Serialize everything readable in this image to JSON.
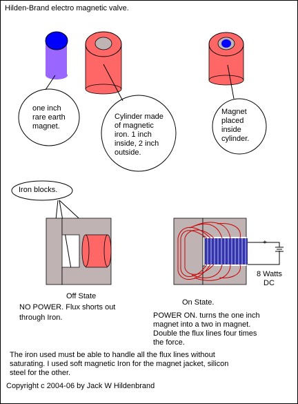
{
  "title": "Hilden-Brand electro magnetic valve.",
  "labels": {
    "magnet": [
      "one inch",
      "rare earth",
      "magnet."
    ],
    "cylinder": [
      "Cylinder made",
      "of magnetic",
      "iron.  1 inch",
      "inside, 2 inch",
      "outside."
    ],
    "placed": [
      "Magnet",
      "placed",
      "inside",
      "cylinder."
    ],
    "iron_blocks": "Iron blocks."
  },
  "off_state": {
    "title": "Off State",
    "caption": [
      "NO POWER. Flux shorts out",
      "through Iron."
    ]
  },
  "on_state": {
    "title": "On State.",
    "caption": [
      "POWER ON.  turns the one inch",
      "magnet into a two in magnet.",
      "Double the flux lines four times",
      "the force."
    ],
    "watts": [
      "8 Watts",
      "DC"
    ]
  },
  "note": [
    "The iron used must be able to handle all the flux lines without",
    "saturating.   I used soft magnetic Iron for the magnet jacket, silicon",
    "steel for the other."
  ],
  "copyright": "Copyright  c  2004-06 by Jack W Hildenbrand",
  "colors": {
    "magnet_purple": "#9966ff",
    "magnet_blue": "#0000ff",
    "iron_red": "#ff6666",
    "iron_gray": "#bfb3b3",
    "flux_red": "#cc0000"
  }
}
